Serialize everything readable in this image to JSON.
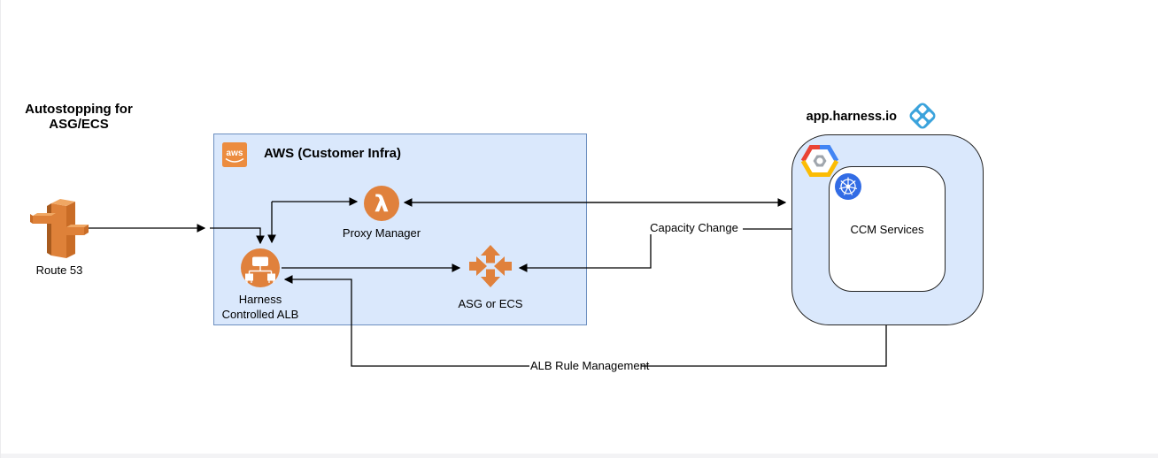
{
  "header": {
    "title_line1": "Autostopping for",
    "title_line2": "ASG/ECS"
  },
  "aws_group": {
    "logo_text": "aws",
    "title": "AWS (Customer Infra)"
  },
  "nodes": {
    "route53": {
      "label": "Route 53"
    },
    "proxy_manager": {
      "glyph": "λ",
      "label": "Proxy Manager"
    },
    "harness_alb": {
      "label_line1": "Harness",
      "label_line2": "Controlled ALB"
    },
    "asg": {
      "label": "ASG or ECS"
    },
    "ccm": {
      "label": "CCM Services"
    }
  },
  "harness": {
    "domain": "app.harness.io"
  },
  "edges": {
    "capacity_change": {
      "label": "Capacity Change"
    },
    "alb_rule_management": {
      "label": "ALB Rule Management"
    }
  },
  "icons": {
    "route53": "route53-signpost-icon",
    "aws_logo": "aws-logo-icon",
    "lambda": "lambda-icon",
    "alb": "load-balancer-icon",
    "asg": "autoscaling-arrows-icon",
    "gcp": "google-cloud-icon",
    "kubernetes": "kubernetes-icon",
    "harness_logo": "harness-diamond-icon"
  },
  "colors": {
    "group_fill": "#dae8fc",
    "group_stroke": "#6c8ebf",
    "aws_orange": "#e0813c",
    "aws_orange_dark": "#c96c26",
    "aws_orange_light": "#f0a763",
    "harness_blue": "#3ba3dc",
    "kubernetes_blue": "#326ce5",
    "gcp_red": "#ea4335",
    "gcp_blue": "#4285f4",
    "gcp_yellow": "#fbbc05",
    "line": "#000000"
  }
}
